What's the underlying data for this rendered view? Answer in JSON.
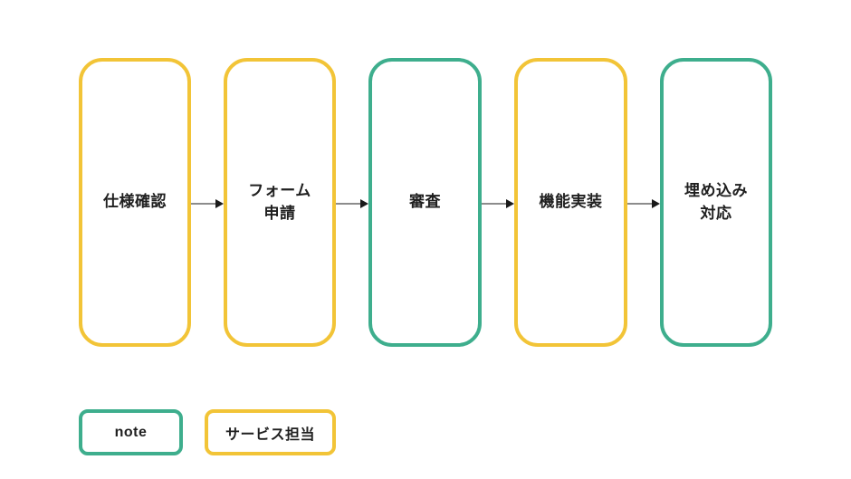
{
  "colors": {
    "yellow": "#F2C437",
    "teal": "#3EAE8D",
    "text": "#1F1F1F",
    "arrow": "#1A1A1A",
    "background": "#FFFFFF"
  },
  "flow": {
    "direction": "left-to-right",
    "nodes": [
      {
        "label": "仕様確認",
        "color": "yellow"
      },
      {
        "label": "フォーム\n申請",
        "color": "yellow"
      },
      {
        "label": "審査",
        "color": "teal"
      },
      {
        "label": "機能実装",
        "color": "yellow"
      },
      {
        "label": "埋め込み\n対応",
        "color": "teal"
      }
    ]
  },
  "legend": {
    "items": [
      {
        "label": "note",
        "color": "teal"
      },
      {
        "label": "サービス担当",
        "color": "yellow"
      }
    ]
  }
}
